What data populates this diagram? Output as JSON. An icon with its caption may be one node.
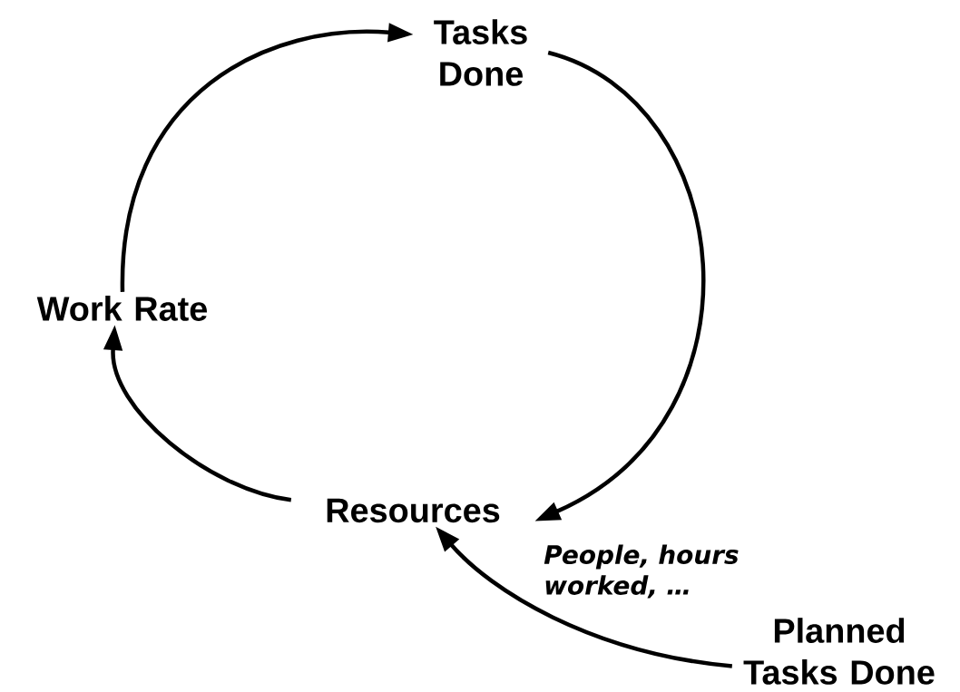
{
  "diagram": {
    "nodes": [
      {
        "text": [
          "Tasks Done"
        ]
      },
      {
        "text": [
          "Resources"
        ]
      },
      {
        "text": [
          "Work Rate"
        ]
      },
      {
        "text": [
          "Planned Tasks Done"
        ]
      }
    ],
    "edges": [
      {
        "from": 0,
        "to": 1,
        "arrow": "to"
      },
      {
        "from": 1,
        "to": 2,
        "arrow": "to"
      },
      {
        "from": 2,
        "to": 0,
        "arrow": "to"
      },
      {
        "from": 3,
        "to": 1,
        "arrow": "to",
        "label": "People, hours worked, …"
      }
    ]
  }
}
